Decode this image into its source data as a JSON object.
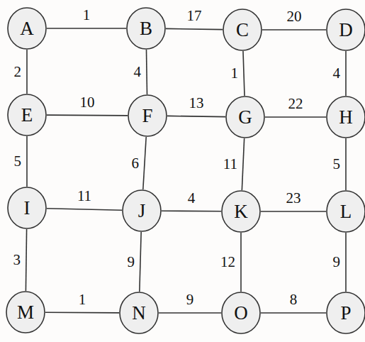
{
  "diagram": {
    "nodes": [
      {
        "text": [
          "A"
        ]
      },
      {
        "text": [
          "B"
        ]
      },
      {
        "text": [
          "C"
        ]
      },
      {
        "text": [
          "D"
        ]
      },
      {
        "text": [
          "E"
        ]
      },
      {
        "text": [
          "F"
        ]
      },
      {
        "text": [
          "G"
        ]
      },
      {
        "text": [
          "H"
        ]
      },
      {
        "text": [
          "I"
        ]
      },
      {
        "text": [
          "J"
        ]
      },
      {
        "text": [
          "K"
        ]
      },
      {
        "text": [
          "L"
        ]
      },
      {
        "text": [
          "M"
        ]
      },
      {
        "text": [
          "N"
        ]
      },
      {
        "text": [
          "O"
        ]
      },
      {
        "text": [
          "P"
        ]
      }
    ],
    "edges": [
      {
        "from": 0,
        "to": 1,
        "arrow": "none",
        "label": "1"
      },
      {
        "from": 1,
        "to": 2,
        "arrow": "none",
        "label": "17"
      },
      {
        "from": 2,
        "to": 3,
        "arrow": "none",
        "label": "20"
      },
      {
        "from": 0,
        "to": 4,
        "arrow": "none",
        "label": "2"
      },
      {
        "from": 1,
        "to": 5,
        "arrow": "none",
        "label": "4"
      },
      {
        "from": 2,
        "to": 6,
        "arrow": "none",
        "label": "1"
      },
      {
        "from": 3,
        "to": 7,
        "arrow": "none",
        "label": "4"
      },
      {
        "from": 4,
        "to": 5,
        "arrow": "none",
        "label": "10"
      },
      {
        "from": 5,
        "to": 6,
        "arrow": "none",
        "label": "13"
      },
      {
        "from": 6,
        "to": 7,
        "arrow": "none",
        "label": "22"
      },
      {
        "from": 4,
        "to": 8,
        "arrow": "none",
        "label": "5"
      },
      {
        "from": 5,
        "to": 9,
        "arrow": "none",
        "label": "6"
      },
      {
        "from": 6,
        "to": 10,
        "arrow": "none",
        "label": "11"
      },
      {
        "from": 7,
        "to": 11,
        "arrow": "none",
        "label": "5"
      },
      {
        "from": 8,
        "to": 9,
        "arrow": "none",
        "label": "11"
      },
      {
        "from": 9,
        "to": 10,
        "arrow": "none",
        "label": "4"
      },
      {
        "from": 10,
        "to": 11,
        "arrow": "none",
        "label": "23"
      },
      {
        "from": 8,
        "to": 12,
        "arrow": "none",
        "label": "3"
      },
      {
        "from": 9,
        "to": 13,
        "arrow": "none",
        "label": "9"
      },
      {
        "from": 10,
        "to": 14,
        "arrow": "none",
        "label": "12"
      },
      {
        "from": 11,
        "to": 15,
        "arrow": "none",
        "label": "9"
      },
      {
        "from": 12,
        "to": 13,
        "arrow": "none",
        "label": "1"
      },
      {
        "from": 13,
        "to": 14,
        "arrow": "none",
        "label": "9"
      },
      {
        "from": 14,
        "to": 15,
        "arrow": "none",
        "label": "8"
      }
    ]
  }
}
